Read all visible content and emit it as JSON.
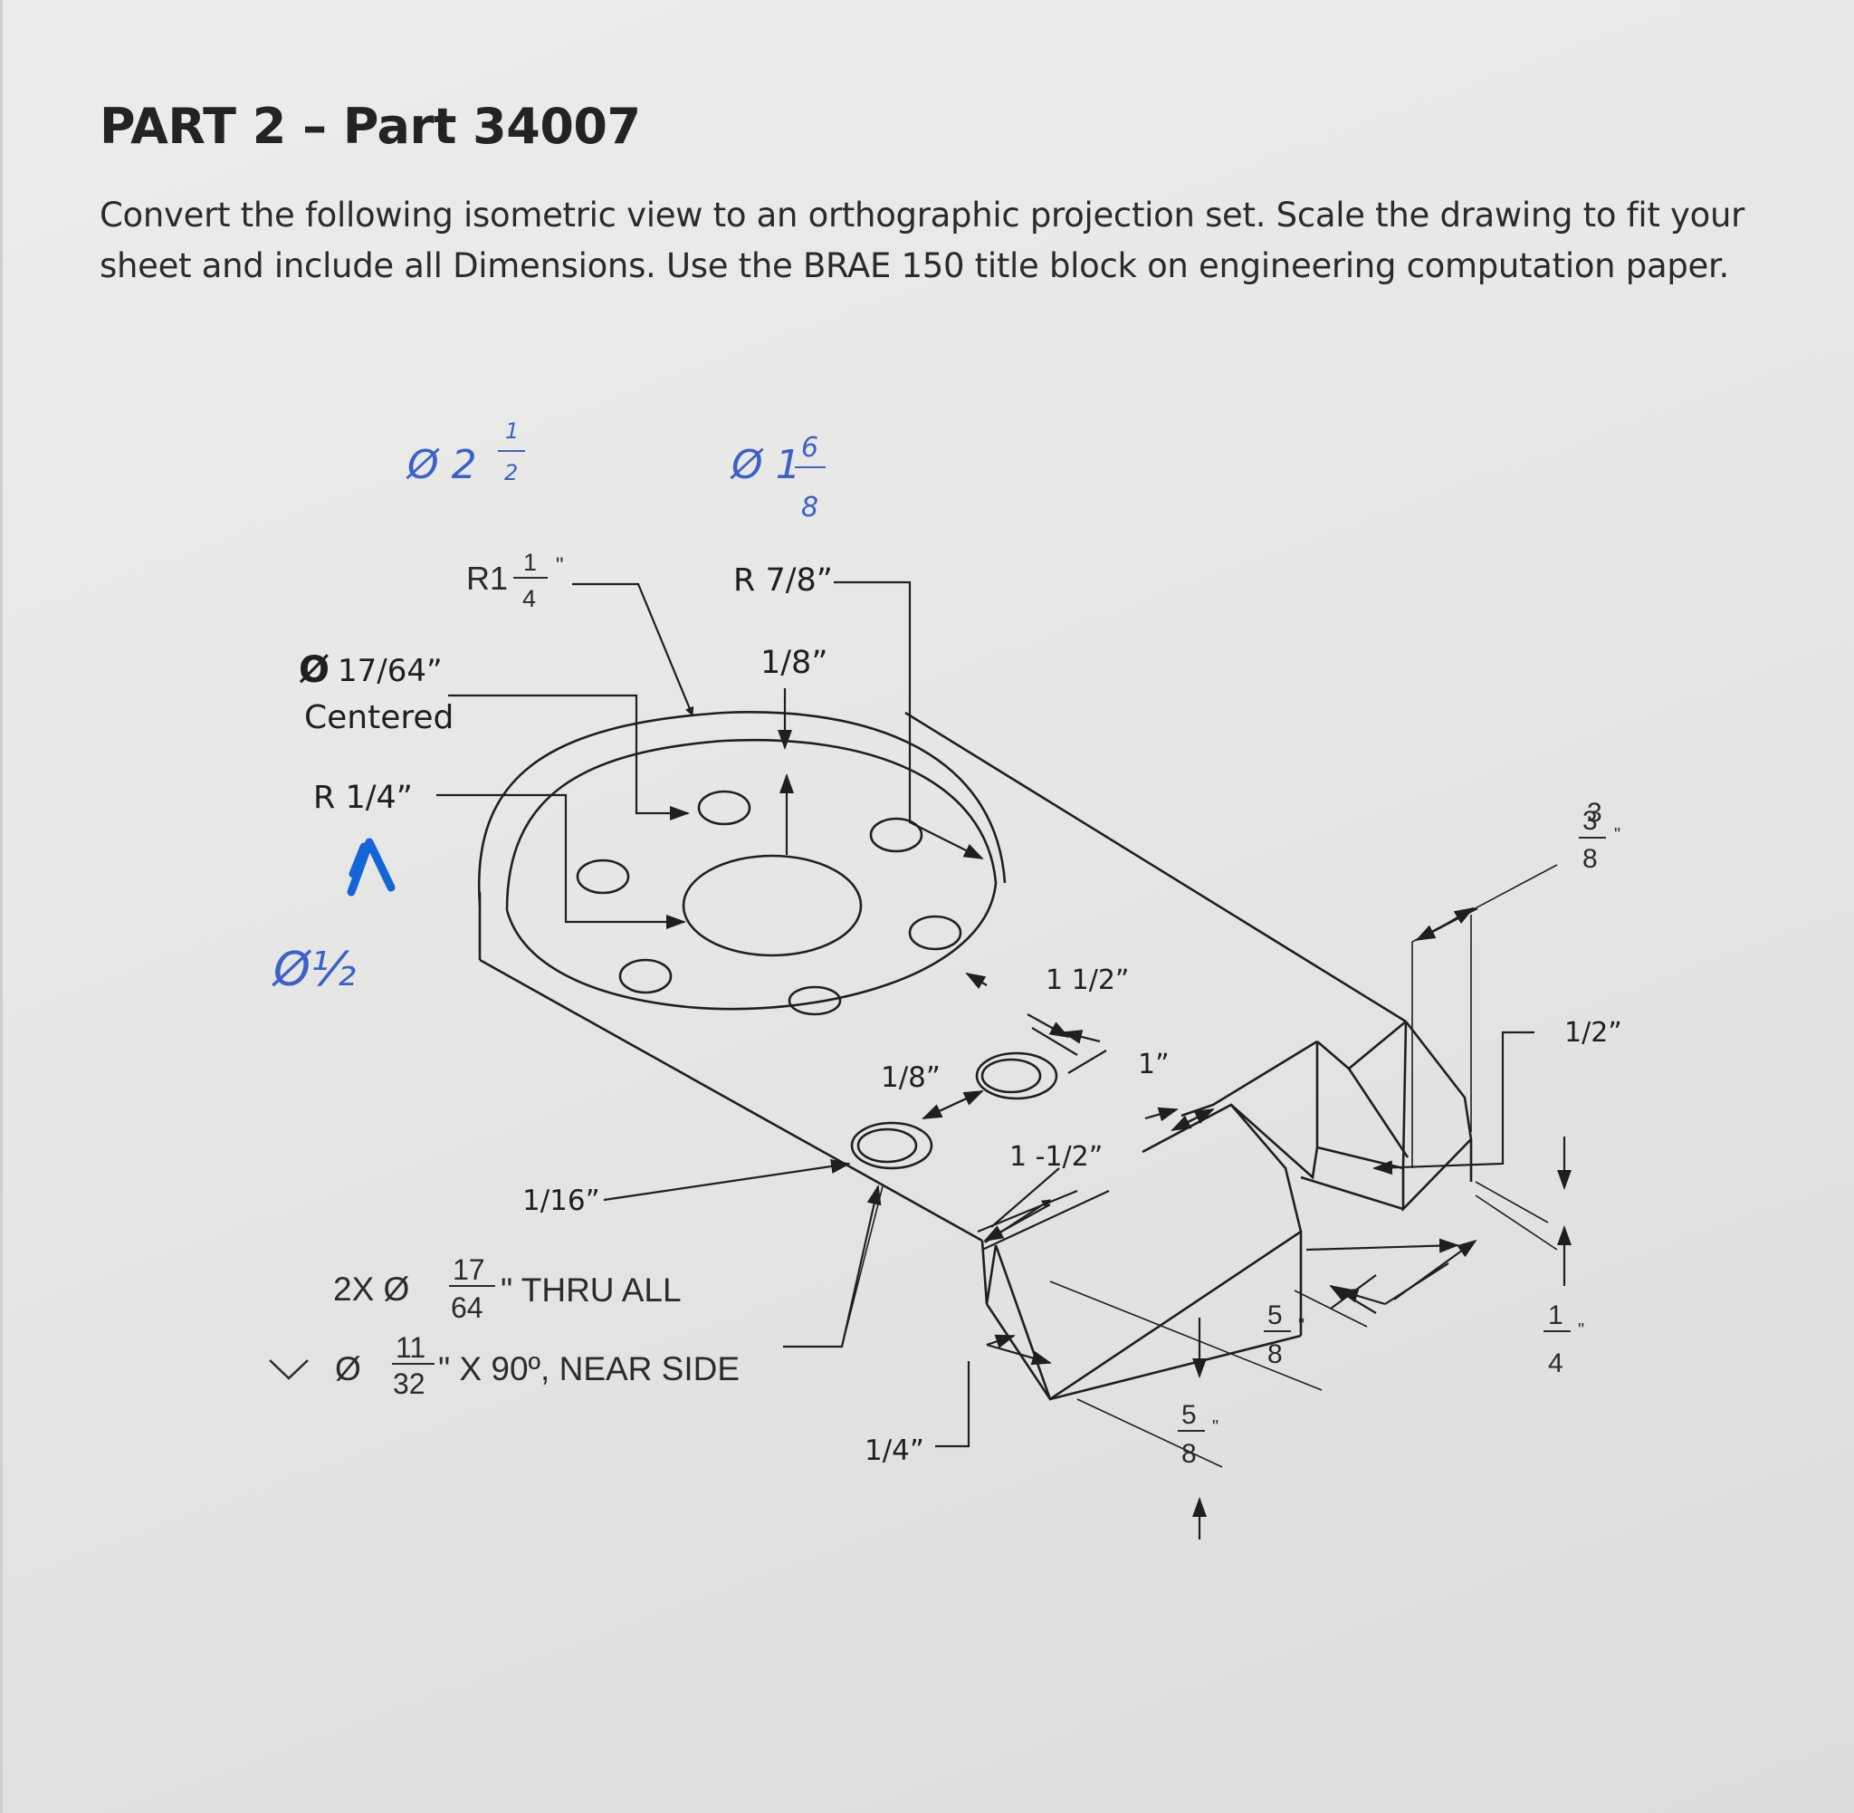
{
  "header": {
    "title": "PART 2 – Part 34007",
    "instructions": "Convert the following isometric view to an orthographic projection set. Scale the drawing to fit your sheet and include all Dimensions. Use the BRAE 150 title block on engineering computation paper."
  },
  "dimensions": {
    "hole_dia_main": "17/64”",
    "hole_dia_symbol": "Ø",
    "centered": "Centered",
    "r_quarter": "R 1/4”",
    "r_one_quarter_prefix": "R1",
    "r_one_quarter_num": "1",
    "r_one_quarter_den": "4",
    "inch_mark": "\"",
    "r_seven_eighths": "R 7/8”",
    "depth_eighth_top": "1/8”",
    "sixteenth": "1/16”",
    "eighth_mid": "1/8”",
    "one_half_a": "1 1/2”",
    "one_half_b": "1 -1/2”",
    "one_inch": "1”",
    "quarter_bottom": "1/4”",
    "half_right": "1/2”",
    "frac_3": "3",
    "frac_8": "8",
    "frac_5": "5",
    "frac_1": "1",
    "frac_4": "4",
    "thru_count": "2X Ø",
    "thru_num": "17",
    "thru_den": "64",
    "thru_text": "\" THRU ALL",
    "csk_symbol": "Ø",
    "csk_num": "11",
    "csk_den": "32",
    "csk_text": "\" X 90º, NEAR SIDE"
  },
  "handwritten": {
    "dia_two_half_whole": "Ø 2",
    "dia_two_half_num": "1",
    "dia_two_half_den": "2",
    "dia_one_sixth_whole": "Ø 1",
    "dia_one_sixth_num": "6",
    "dia_one_sixth_den": "8",
    "dia_half_left": "Ø½"
  },
  "colors": {
    "ink": "#1f1f1f",
    "pen_blue": "#3b62c9",
    "marker_blue": "#1466d6",
    "paper": "#e8e8e6"
  }
}
